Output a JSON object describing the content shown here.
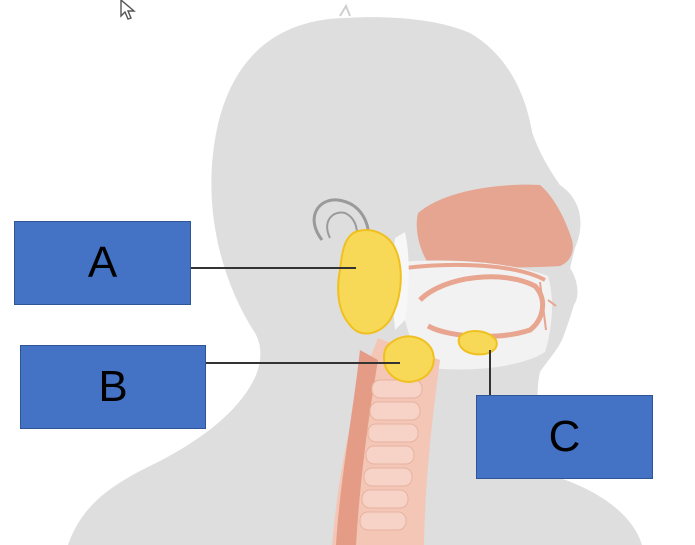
{
  "diagram": {
    "labels": [
      {
        "id": "A",
        "text": "A"
      },
      {
        "id": "B",
        "text": "B"
      },
      {
        "id": "C",
        "text": "C"
      }
    ]
  },
  "colors": {
    "silhouette": "#dedede",
    "gland": "#f7d957",
    "gland_outline": "#f0c020",
    "tissue": "#e8a58f",
    "trachea": "#f1b9a8",
    "label_box": "#4472c4",
    "leader_line": "#333333"
  }
}
